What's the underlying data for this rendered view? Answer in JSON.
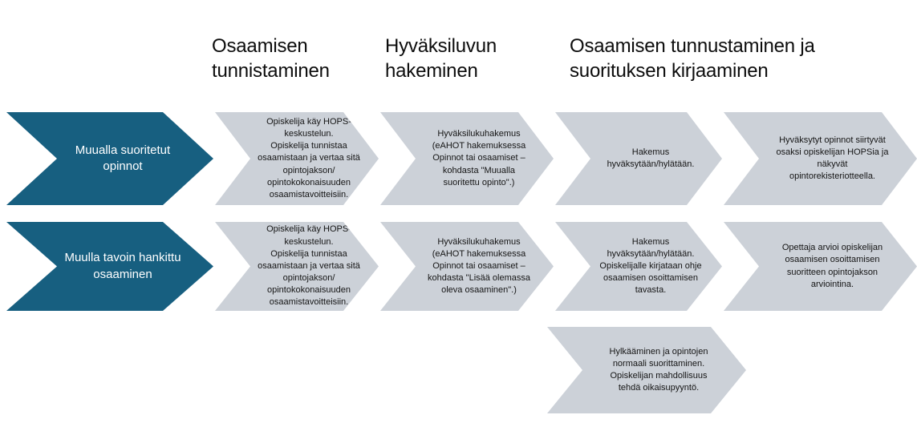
{
  "theme": {
    "background": "#ffffff",
    "accent_blue": "#175f80",
    "step_gray": "#ccd1d8",
    "text_dark": "#121212",
    "text_on_accent": "#ffffff"
  },
  "diagram": {
    "type": "process-flow",
    "column_headings": [
      "Osaamisen\ntunnistaminen",
      "Hyväksiluvun\nhakeminen",
      "Osaamisen tunnustaminen ja\nsuorituksen kirjaaminen"
    ],
    "rows": [
      {
        "lead_label": "Muualla suoritetut\nopinnot",
        "steps": [
          "Opiskelija käy HOPS-\nkeskustelun.\nOpiskelija tunnistaa\nosaamistaan ja vertaa sitä\nopintojakson/\nopintokokonaisuuden\nosaamistavoitteisiin.",
          "Hyväksilukuhakemus\n(eAHOT hakemuksessa\nOpinnot tai osaamiset –\nkohdasta \"Muualla\nsuoritettu opinto\".)",
          "Hakemus\nhyväksytään/hylätään.",
          "Hyväksytyt opinnot siirtyvät\nosaksi opiskelijan HOPSia ja\nnäkyvät\nopintorekisteriotteella."
        ]
      },
      {
        "lead_label": "Muulla tavoin hankittu\nosaaminen",
        "steps": [
          "Opiskelija käy HOPS-\nkeskustelun.\nOpiskelija tunnistaa\nosaamistaan ja vertaa sitä\nopintojakson/\nopintokokonaisuuden\nosaamistavoitteisiin.",
          "Hyväksilukuhakemus\n(eAHOT hakemuksessa\nOpinnot tai osaamiset –\nkohdasta \"Lisää olemassa\noleva osaaminen\".)",
          "Hakemus\nhyväksytään/hylätään.\nOpiskelijalle kirjataan ohje\nosaamisen osoittamisen\ntavasta.",
          "Opettaja arvioi opiskelijan\nosaamisen osoittamisen\nsuoritteen opintojakson\narviointina."
        ]
      },
      {
        "lead_label": "",
        "steps": [
          "Hylkääminen ja opintojen\nnormaali suorittaminen.\nOpiskelijan mahdollisuus\ntehdä oikaisupyyntö."
        ]
      }
    ]
  }
}
